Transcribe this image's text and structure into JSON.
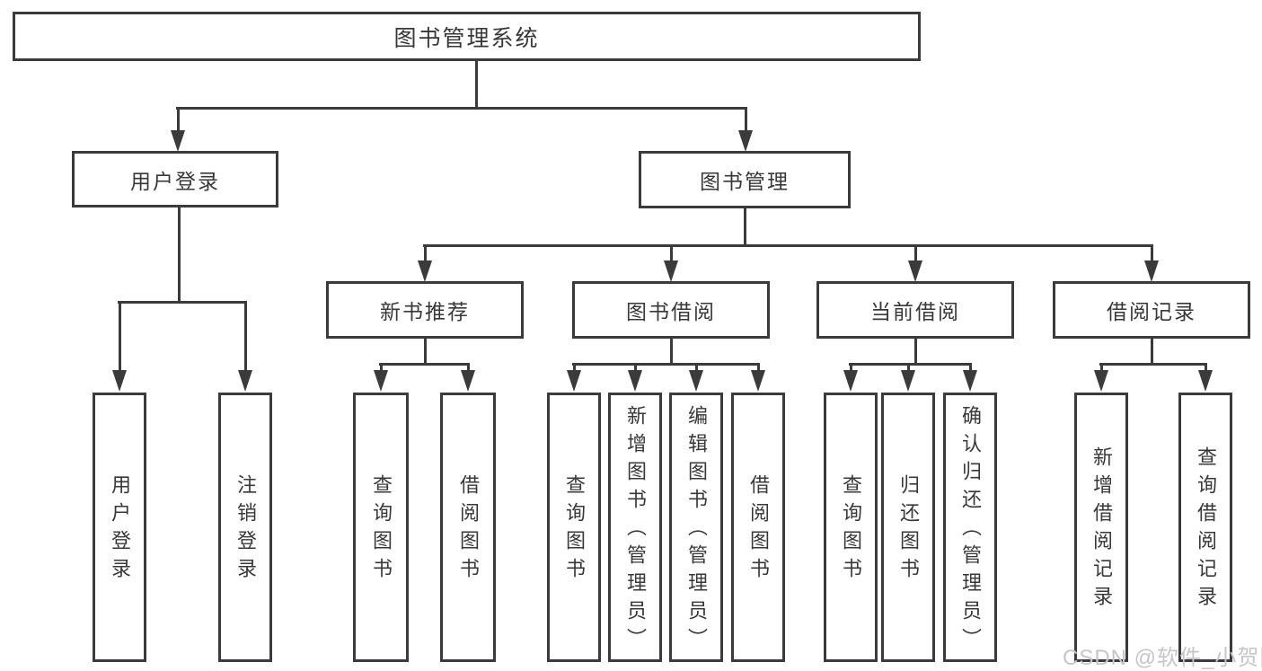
{
  "colors": {
    "line": "#3b3b3b",
    "box_border": "#3b3b3b",
    "text": "#383838",
    "watermark": "#c6c6c6",
    "background": "#ffffff"
  },
  "watermark": "CSDN @软件_小贺同学",
  "tree": {
    "label": "图书管理系统",
    "children": [
      {
        "label": "用户登录",
        "children": [
          {
            "label": "用户登录"
          },
          {
            "label": "注销登录"
          }
        ]
      },
      {
        "label": "图书管理",
        "children": [
          {
            "label": "新书推荐",
            "children": [
              {
                "label": "查询图书"
              },
              {
                "label": "借阅图书"
              }
            ]
          },
          {
            "label": "图书借阅",
            "children": [
              {
                "label": "查询图书"
              },
              {
                "label": "新增图书（管理员）"
              },
              {
                "label": "编辑图书（管理员）"
              },
              {
                "label": "借阅图书"
              }
            ]
          },
          {
            "label": "当前借阅",
            "children": [
              {
                "label": "查询图书"
              },
              {
                "label": "归还图书"
              },
              {
                "label": "确认归还（管理员）"
              }
            ]
          },
          {
            "label": "借阅记录",
            "children": [
              {
                "label": "新增借阅记录"
              },
              {
                "label": "查询借阅记录"
              }
            ]
          }
        ]
      }
    ]
  }
}
